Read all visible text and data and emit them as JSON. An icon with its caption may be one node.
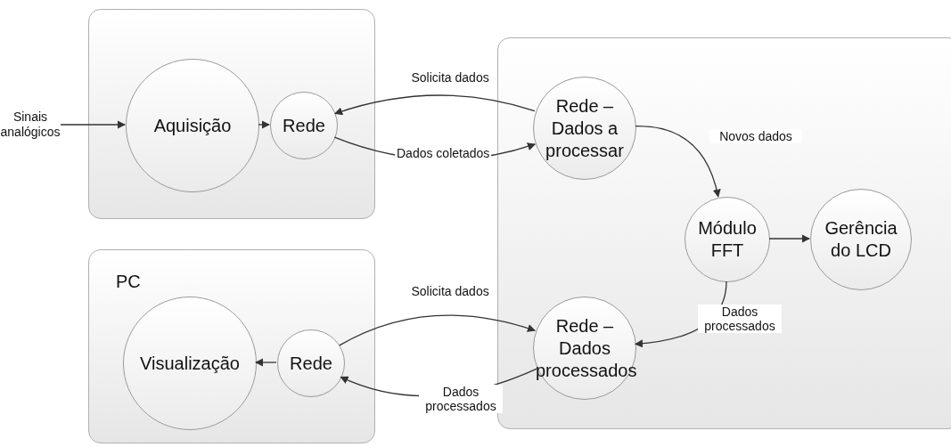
{
  "diagram": {
    "nodes": [
      {
        "text": [],
        "shape": "box"
      },
      {
        "text": [
          "Aquisição"
        ],
        "in": 0
      },
      {
        "text": [
          "Rede"
        ],
        "in": 0
      },
      {
        "text": [],
        "shape": "box"
      },
      {
        "text": [
          "Rede – Dados a processar"
        ],
        "in": 3
      },
      {
        "text": [
          "Módulo FFT"
        ],
        "in": 3
      },
      {
        "text": [
          "Gerência do LCD"
        ],
        "in": 3
      },
      {
        "text": [
          "Rede – Dados processados"
        ],
        "in": 3
      },
      {
        "text": [
          "PC"
        ]
      },
      {
        "text": [
          "Visualização"
        ],
        "in": 8
      },
      {
        "text": [
          "Rede"
        ],
        "in": 8
      },
      {
        "text": [
          "Sinais analógicos"
        ]
      }
    ],
    "edges": [
      {
        "from": 11,
        "to": 1,
        "arrow": "to"
      },
      {
        "from": 1,
        "to": 2,
        "arrow": "to"
      },
      {
        "from": 4,
        "to": 2,
        "arrow": "to",
        "label": "Solicita dados"
      },
      {
        "from": 2,
        "to": 4,
        "arrow": "to",
        "label": "Dados coletados"
      },
      {
        "from": 4,
        "to": 5,
        "arrow": "to",
        "label": "Novos dados"
      },
      {
        "from": 5,
        "to": 6,
        "arrow": "to"
      },
      {
        "from": 5,
        "to": 7,
        "arrow": "to",
        "label": "Dados processados"
      },
      {
        "from": 10,
        "to": 7,
        "arrow": "to",
        "label": "Solicita dados"
      },
      {
        "from": 7,
        "to": 10,
        "arrow": "to",
        "label": "Dados processados"
      },
      {
        "from": 10,
        "to": 9,
        "arrow": "to"
      }
    ]
  }
}
